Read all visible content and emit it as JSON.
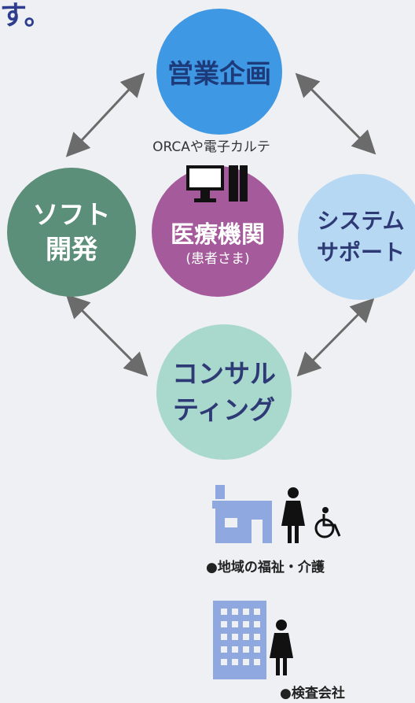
{
  "header": {
    "partial_text": "す。"
  },
  "nodes": {
    "sales_planning": "営業企画",
    "software_dev_line1": "ソフト",
    "software_dev_line2": "開発",
    "medical_institution": "医療機関",
    "patients": "(患者さま)",
    "system_support_line1": "システム",
    "system_support_line2": "サポート",
    "consulting_line1": "コンサル",
    "consulting_line2": "ティング"
  },
  "orca_label": "ORCAや電子カルテ",
  "legend": {
    "welfare_care": "●地域の福祉・介護",
    "inspection_company": "●検査会社"
  },
  "colors": {
    "sales": "#3f98e3",
    "software": "#5c8f79",
    "medical": "#a55a9b",
    "support": "#b7d8f2",
    "consulting": "#a9d8cc",
    "icon_blue": "#8fa8e0",
    "arrow": "#6b6b6b"
  }
}
